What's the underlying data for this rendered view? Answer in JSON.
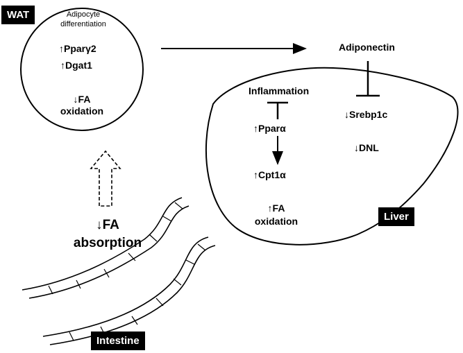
{
  "wat": {
    "tag": "WAT",
    "line1": "Adipocyte",
    "line2": "differentiation",
    "pparg2": "↑Pparγ2",
    "dgat1": "↑Dgat1",
    "fa_ox_1": "↓FA",
    "fa_ox_2": "oxidation"
  },
  "adiponectin": "Adiponectin",
  "liver": {
    "tag": "Liver",
    "inflammation": "Inflammation",
    "ppara": "↑Pparα",
    "cpt1a": "↑Cpt1α",
    "fa_ox_1": "↑FA",
    "fa_ox_2": "oxidation",
    "srebp1c": "↓Srebp1c",
    "dnl": "↓DNL"
  },
  "absorption": {
    "line1": "↓FA",
    "line2": "absorption"
  },
  "intestine": {
    "tag": "Intestine"
  }
}
